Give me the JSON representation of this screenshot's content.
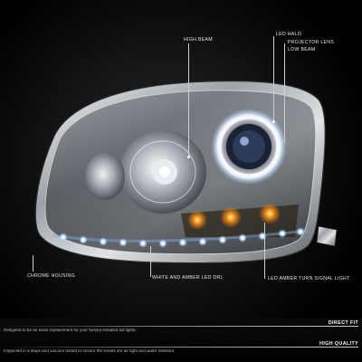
{
  "callouts": {
    "high_beam": "HIGH BEAM",
    "led_halo": "LED HALO",
    "projector_lens": "PROJECTOR LENS",
    "low_beam": "LOW BEAM",
    "chrome_housing": "CHROME HOUSING",
    "drl": "WHITE AND AMBER LED DRL",
    "turn_signal": "LED AMBER TURN SIGNAL LIGHT"
  },
  "features": [
    {
      "title": "DIRECT FIT",
      "description": "Designed to be an exact replacement for your factory-installed tail lights."
    },
    {
      "title": "HIGH QUALITY",
      "description": "Inspected in 3 steps and vacuum tested to ensure the lenses are air tight and water resistant."
    }
  ],
  "colors": {
    "background": "#000000",
    "halo": "#e8f2ff",
    "amber": "#ff9a1f",
    "led": "#dff0ff",
    "chrome": "#b9bcc2"
  }
}
